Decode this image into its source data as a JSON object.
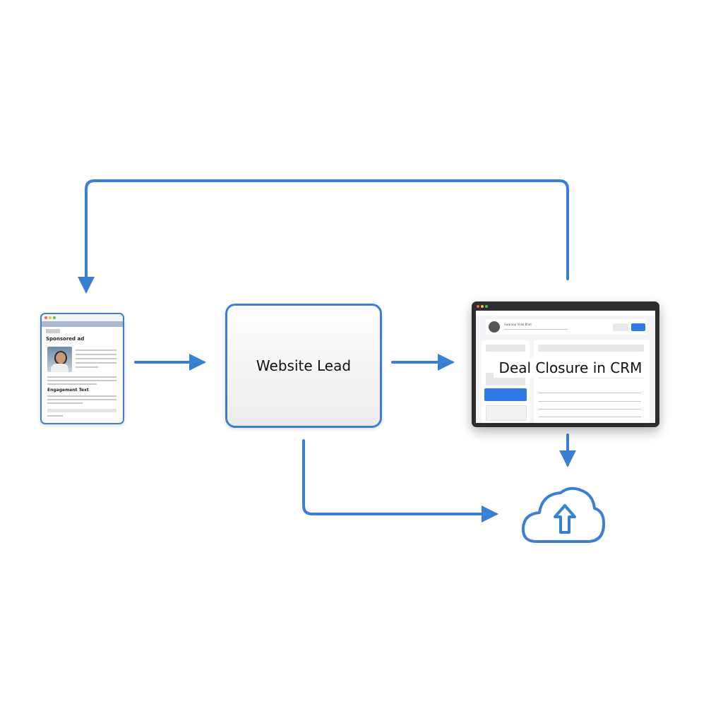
{
  "diagram": {
    "title": "Lead to deal flow",
    "accent_color": "#3b7fd4",
    "nodes": [
      {
        "id": "ad",
        "label": "Sponsored ad",
        "subheading": "Engagement Text",
        "kind": "browser-mockup"
      },
      {
        "id": "lead",
        "label": "Website Lead",
        "kind": "box"
      },
      {
        "id": "crm",
        "label": "Deal Closure in CRM",
        "kind": "app-mockup"
      },
      {
        "id": "cloud",
        "label": "",
        "kind": "cloud-upload-icon"
      }
    ],
    "edges": [
      {
        "from": "ad",
        "to": "lead"
      },
      {
        "from": "lead",
        "to": "crm"
      },
      {
        "from": "crm",
        "to": "cloud"
      },
      {
        "from": "lead",
        "to": "cloud"
      },
      {
        "from": "crm",
        "to": "ad"
      }
    ]
  },
  "ad_mockup": {
    "window_dots": [
      "#f06b55",
      "#f5be3e",
      "#4fc158"
    ],
    "heading": "Sponsored ad",
    "subheading": "Engagement Text"
  },
  "crm_mockup": {
    "window_dots": [
      "#f06b55",
      "#f5be3e",
      "#4fc158"
    ],
    "contact_name": "Swaroop Vidal Bhat",
    "overlay_label": "Deal Closure in CRM",
    "primary_button_color": "#2f7ae5"
  }
}
